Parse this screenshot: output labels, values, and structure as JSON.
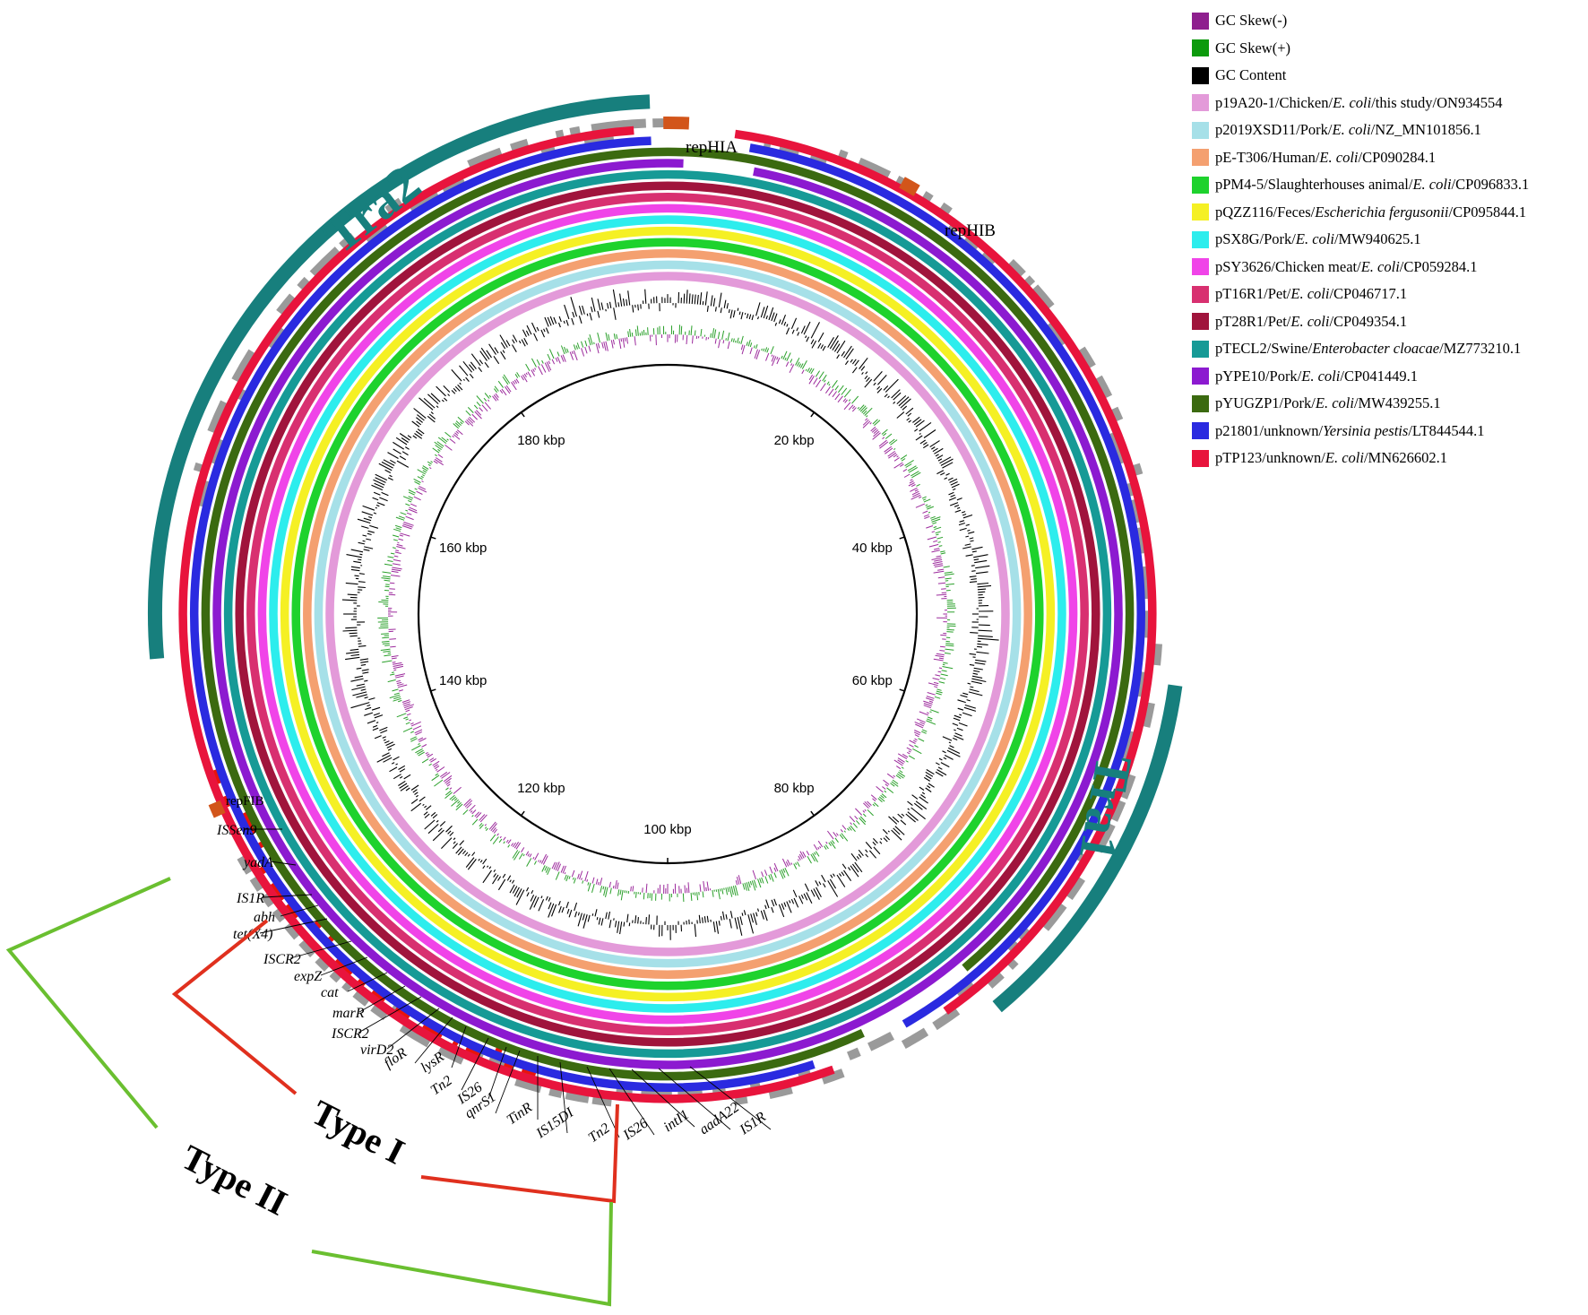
{
  "legend": [
    {
      "label": "GC Skew(-)",
      "color": "#8e1f8e"
    },
    {
      "label": "GC Skew(+)",
      "color": "#0c9a0c"
    },
    {
      "label": "GC Content",
      "color": "#000000"
    },
    {
      "label": "p19A20-1/Chicken/E. coli/this study/ON934554",
      "color": "#e39ad9"
    },
    {
      "label": "p2019XSD11/Pork/E. coli/NZ_MN101856.1",
      "color": "#a6e0e8"
    },
    {
      "label": "pE-T306/Human/E. coli/CP090284.1",
      "color": "#f4a070"
    },
    {
      "label": "pPM4-5/Slaughterhouses animal/E. coli/CP096833.1",
      "color": "#1ed22d"
    },
    {
      "label": "pQZZ116/Feces/Escherichia fergusonii/CP095844.1",
      "color": "#f5f024"
    },
    {
      "label": "pSX8G/Pork/E. coli/MW940625.1",
      "color": "#2deded"
    },
    {
      "label": "pSY3626/Chicken meat/E. coli/CP059284.1",
      "color": "#f044e8"
    },
    {
      "label": "pT16R1/Pet/E. coli/CP046717.1",
      "color": "#d83070"
    },
    {
      "label": "pT28R1/Pet/E. coli/CP049354.1",
      "color": "#a0143c"
    },
    {
      "label": "pTECL2/Swine/Enterobacter cloacae/MZ773210.1",
      "color": "#169a96"
    },
    {
      "label": "pYPE10/Pork/E. coli/CP041449.1",
      "color": "#8c1ad0"
    },
    {
      "label": "pYUGZP1/Pork/E. coli/MW439255.1",
      "color": "#3b6a10"
    },
    {
      "label": "p21801/unknown/Yersinia pestis/LT844544.1",
      "color": "#2a2ae0"
    },
    {
      "label": "pTP123/unknown/E. coli/MN626602.1",
      "color": "#e8143c"
    }
  ],
  "ticks": [
    "20 kbp",
    "40 kbp",
    "60 kbp",
    "80 kbp",
    "100 kbp",
    "120 kbp",
    "140 kbp",
    "160 kbp",
    "180 kbp"
  ],
  "regions": {
    "tra1": "Tra1",
    "tra2": "Tra2"
  },
  "replicons": {
    "rephia": "repHIA",
    "rephib": "repHIB",
    "repfib": "repFIB"
  },
  "gene_labels": [
    "ISSen9",
    "yadA",
    "IS1R",
    "abh",
    "tet(X4)",
    "ISCR2",
    "expZ",
    "cat",
    "marR",
    "ISCR2",
    "virD2",
    "floR",
    "lysR",
    "Tn2",
    "IS26",
    "qnrS1",
    "TinR",
    "IS15DI",
    "Tn2",
    "IS26",
    "intI1",
    "aadA22",
    "IS1R"
  ],
  "types": {
    "type1": "Type I",
    "type2": "Type II"
  },
  "colors": {
    "tra_arc": "#177f7d",
    "gene_gray": "#9a9a9a",
    "resistance_red": "#e8140c",
    "replicon": "#d2551a",
    "type1_line": "#e0301e",
    "type2_line": "#6abf30",
    "gc_pos": "#2aa02a",
    "gc_neg": "#9c2a9c"
  }
}
